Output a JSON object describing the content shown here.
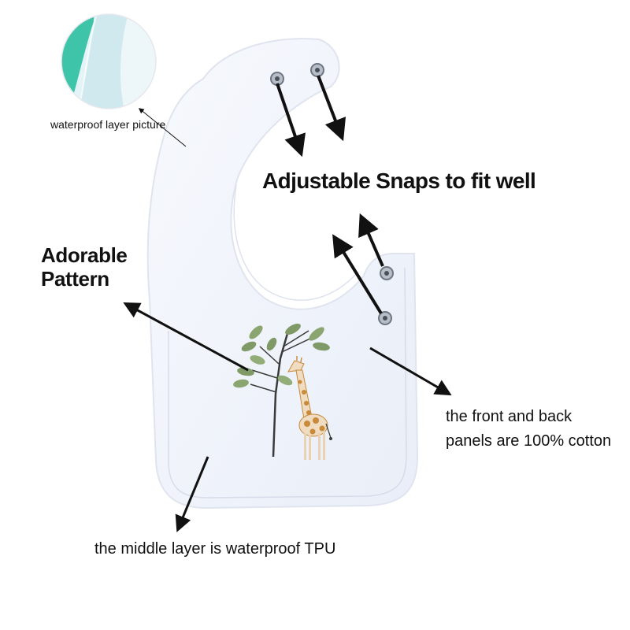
{
  "labels": {
    "waterproof_picture": "waterproof layer picture",
    "snaps": "Adjustable Snaps to fit well",
    "pattern_line1": "Adorable",
    "pattern_line2": "Pattern",
    "panels_line1": "the front  and back",
    "panels_line2": "panels are 100% cotton",
    "middle_layer": "the middle layer is waterproof TPU"
  },
  "colors": {
    "background": "#ffffff",
    "bib_fabric": "#f1f4fb",
    "bib_outline": "#dfe4ef",
    "arrow": "#111111",
    "inset_mint": "#3ec4a8",
    "inset_fabric": "#cfe9ee",
    "leaf_green": "#7f9a66",
    "giraffe_spots": "#c98a3a",
    "giraffe_body": "#f0dcc0"
  },
  "icons": {
    "snap": "metal-snap-button",
    "inset": "fabric-closeup-circle",
    "illustration": "giraffe-and-tree"
  }
}
